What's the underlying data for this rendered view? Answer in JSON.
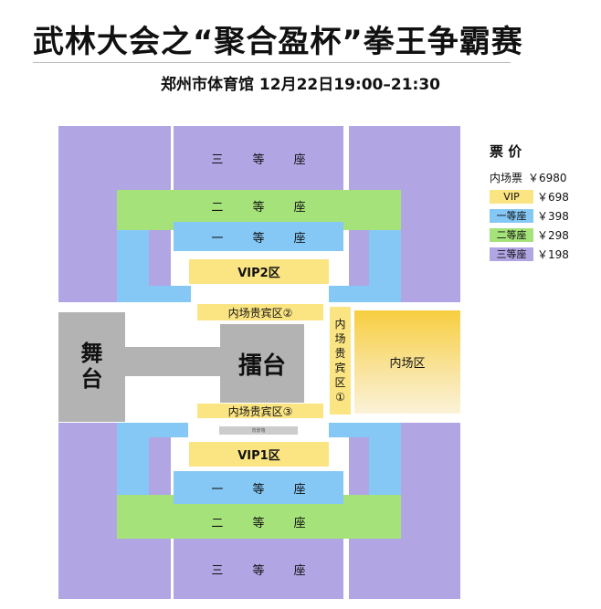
{
  "header": {
    "title": "武林大会之“聚合盈杯”拳王争霸赛",
    "subtitle": "郑州市体育馆  12月22日19:00–21:30"
  },
  "map": {
    "top_third": "三 等 座",
    "top_second": "二 等 座",
    "top_first": "一 等 座",
    "vip2": "VIP2区",
    "guest2": "内场贵宾区②",
    "stage": "舞台",
    "ring": "擂台",
    "guest1": "内场贵宾区①",
    "inner": "内场区",
    "guest3": "内场贵宾区③",
    "tiny": "背景墙",
    "vip1": "VIP1区",
    "bottom_first": "一 等 座",
    "bottom_second": "二 等 座",
    "bottom_third": "三 等 座"
  },
  "legend": {
    "title": "票 价",
    "items": [
      {
        "label": "内场票",
        "price": "￥6980"
      },
      {
        "label": "VIP",
        "price": "￥698"
      },
      {
        "label": "一等座",
        "price": "￥398"
      },
      {
        "label": "二等座",
        "price": "￥298"
      },
      {
        "label": "三等座",
        "price": "￥198"
      }
    ]
  },
  "colors": {
    "third": "#b2a5e3",
    "second": "#a6e27a",
    "first": "#85c8f6",
    "vip": "#fbe583",
    "stage": "#b3b3b3"
  }
}
